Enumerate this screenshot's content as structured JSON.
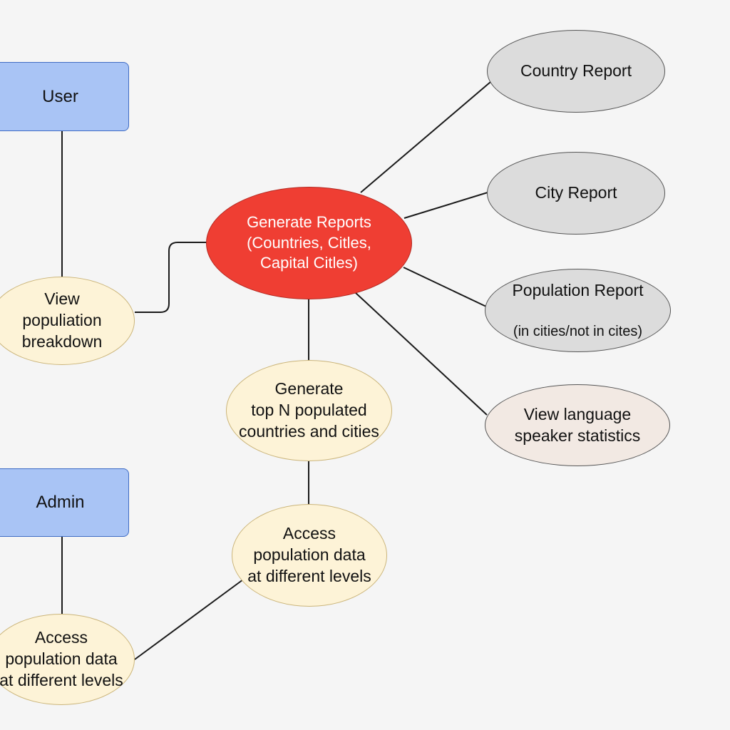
{
  "colors": {
    "background": "#f5f5f5",
    "actor_fill": "#a9c4f5",
    "actor_border": "#3f6cc4",
    "central_fill": "#ef3e33",
    "central_border": "#b42a22",
    "central_text": "#ffffff",
    "usecase_fill": "#fdf3d7",
    "usecase_border": "#cbb57a",
    "report_fill": "#dcdcdc",
    "report_border": "#555555",
    "language_fill": "#f2e9e3",
    "edge": "#1a1a1a"
  },
  "nodes": {
    "user": {
      "label": "User"
    },
    "admin": {
      "label": "Admin"
    },
    "view_population": {
      "label": "View\npopuliation\nbreakdown"
    },
    "generate_reports": {
      "label": "Generate Reports\n(Countries, Citles,\nCapital Citles)"
    },
    "country_report": {
      "label": "Country Report"
    },
    "city_report": {
      "label": "City Report"
    },
    "population_report": {
      "line1": "Population Report",
      "line2": "(in cities/not in cites)"
    },
    "language_stats": {
      "label": "View language\nspeaker statistics"
    },
    "top_n": {
      "label": "Generate\ntop N populated\ncountries and cities"
    },
    "access_mid": {
      "label": "Access\npopulation data\nat different levels"
    },
    "access_low": {
      "label": "Access\npopulation data\nat different levels"
    }
  }
}
